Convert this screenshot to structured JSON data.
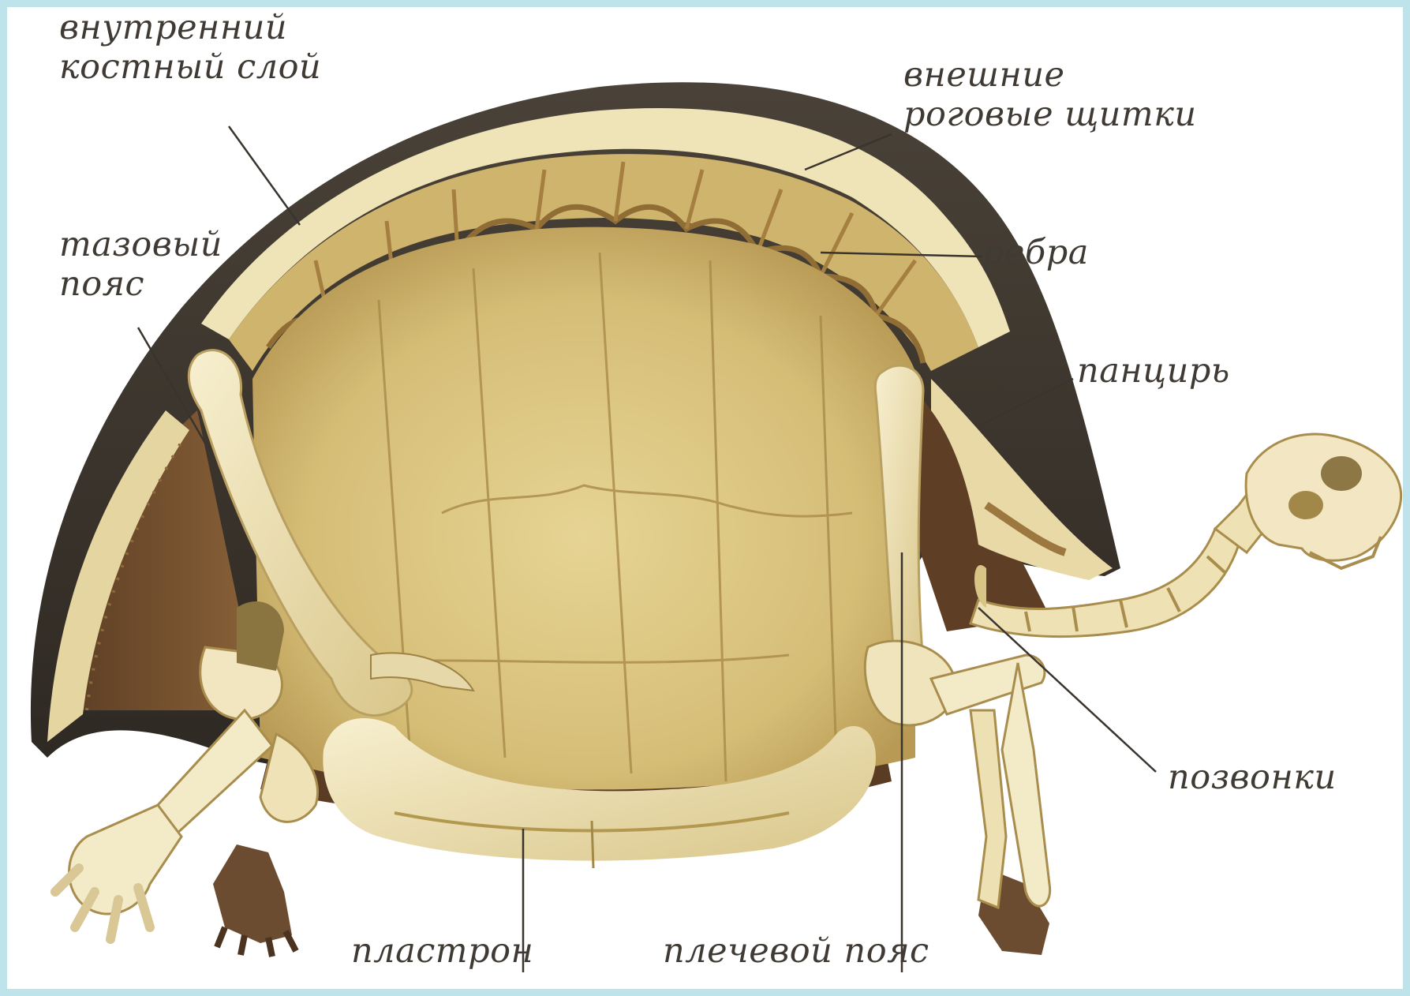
{
  "labels": {
    "inner_bone_layer": [
      "внутренний",
      "костный слой"
    ],
    "outer_scutes": [
      "внешние",
      "роговые щитки"
    ],
    "pelvic_girdle": [
      "тазовый",
      "пояс"
    ],
    "ribs": "ребра",
    "carapace": "панцирь",
    "vertebrae": "позвонки",
    "plastron": "пластрон",
    "shoulder_girdle": "плечевой пояс"
  },
  "colors": {
    "frame": "#bfe3ea",
    "label_text": "#3f3a34",
    "leader_line": "#3a342e",
    "shell_outer": "#3d3830",
    "bone_light": "#efe2b4",
    "bone_mid": "#d9c585",
    "bone_dark": "#b59c58",
    "interior": "#d8c27c",
    "brown": "#6e4a2c"
  }
}
